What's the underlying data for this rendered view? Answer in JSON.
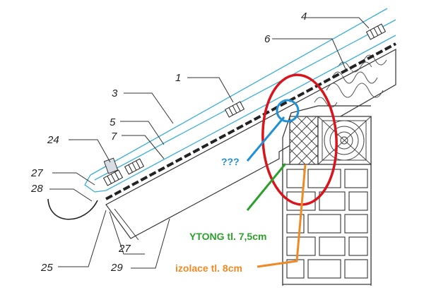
{
  "diagram": {
    "callouts": [
      {
        "id": "c1",
        "label": "1"
      },
      {
        "id": "c3",
        "label": "3"
      },
      {
        "id": "c4",
        "label": "4"
      },
      {
        "id": "c5",
        "label": "5"
      },
      {
        "id": "c6",
        "label": "6"
      },
      {
        "id": "c7",
        "label": "7"
      },
      {
        "id": "c24",
        "label": "24"
      },
      {
        "id": "c27a",
        "label": "27"
      },
      {
        "id": "c27b",
        "label": "27"
      },
      {
        "id": "c28",
        "label": "28"
      },
      {
        "id": "c25",
        "label": "25"
      },
      {
        "id": "c29",
        "label": "29"
      }
    ],
    "annotations": {
      "unknown": {
        "text": "???",
        "color": "#1e90d6"
      },
      "ytong": {
        "text": "YTONG tl. 7,5cm",
        "color": "#2ca02c"
      },
      "insulation": {
        "text": "izolace tl. 8cm",
        "color": "#f08a24"
      }
    },
    "highlight_colors": {
      "ellipse": "#d9141c",
      "circle": "#1e90d6",
      "roof_lines": "#3aaed8"
    }
  }
}
